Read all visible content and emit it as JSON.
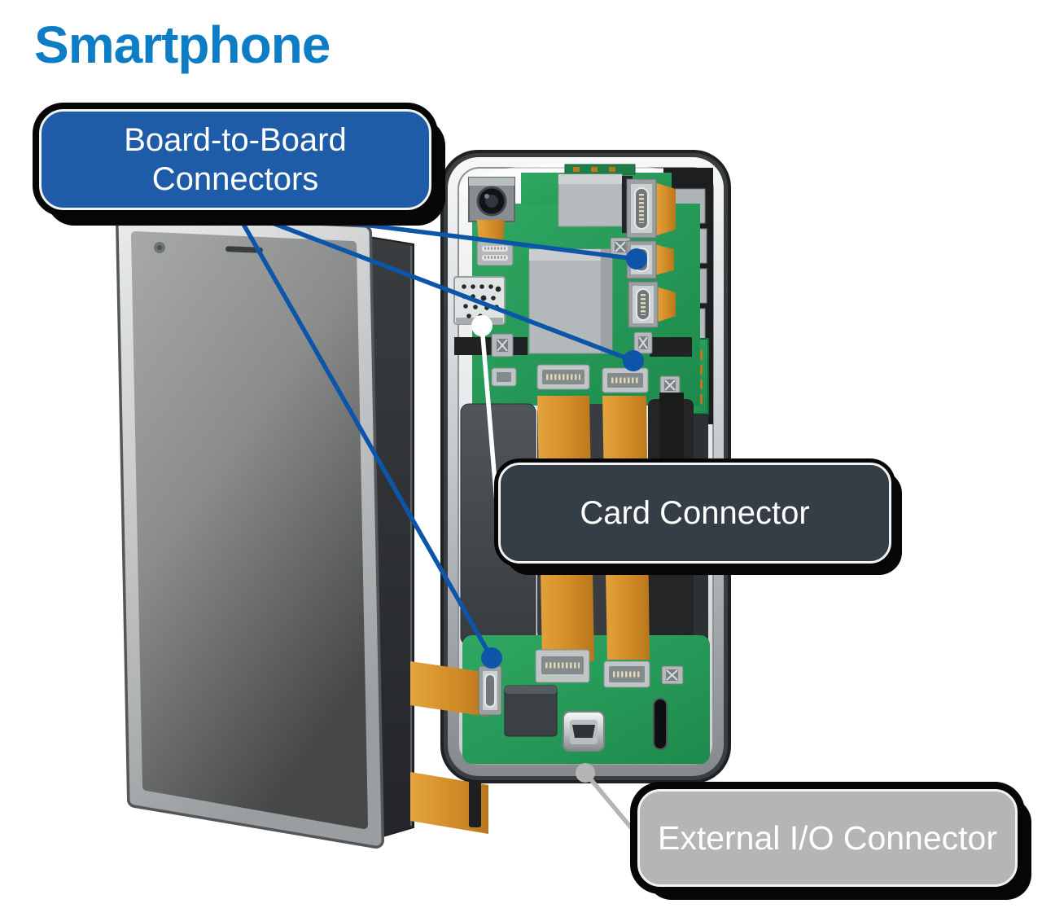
{
  "title": "Smartphone",
  "callouts": {
    "board_to_board": {
      "line1": "Board-to-Board",
      "line2": "Connectors"
    },
    "card": {
      "label": "Card Connector"
    },
    "external_io": {
      "label": "External I/O Connector"
    }
  },
  "colors": {
    "title_blue": "#0d7ec6",
    "label_blue": "#1e5ca8",
    "label_slate": "#353e46",
    "label_gray": "#b5b5b5",
    "label_text": "#ffffff",
    "label_border": "#f2f2f2",
    "label_outline": "#060606",
    "line_blue": "#0c55a8",
    "line_white": "#ffffff",
    "line_gray": "#b5b5b5",
    "pcb_green": "#28a15c",
    "pcb_green_dark": "#1d8049",
    "flex_orange": "#d9952f",
    "flex_orange_dark": "#b8761c"
  }
}
